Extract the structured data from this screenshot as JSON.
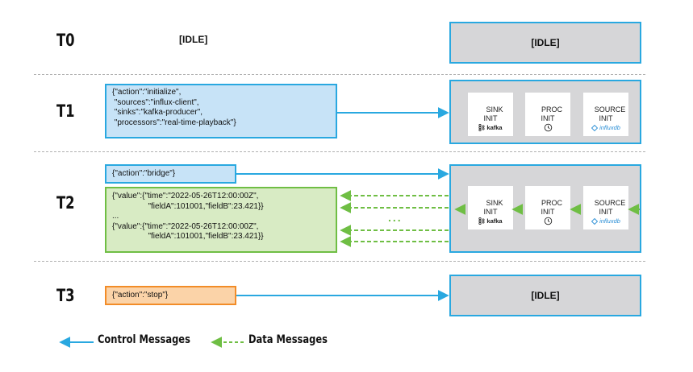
{
  "rows": [
    {
      "time": "T0"
    },
    {
      "time": "T1"
    },
    {
      "time": "T2"
    },
    {
      "time": "T3"
    }
  ],
  "t0": {
    "left_idle": "[IDLE]",
    "state_idle": "[IDLE]"
  },
  "t1": {
    "message": "{\"action\":\"initialize\",\n \"sources\":\"influx-client\",\n \"sinks\":\"kafka-producer\",\n \"processors\":\"real-time-playback\"}"
  },
  "t2": {
    "bridge_message": "{\"action\":\"bridge\"}",
    "data_message": "{\"value\":{\"time\":\"2022-05-26T12:00:00Z\",\n                \"fieldA\":101001,\"fieldB\":23.421}}\n...\n{\"value\":{\"time\":\"2022-05-26T12:00:00Z\",\n                \"fieldA\":101001,\"fieldB\":23.421}}",
    "ellipsis": "..."
  },
  "t3": {
    "message": "{\"action\":\"stop\"}",
    "state_idle": "[IDLE]"
  },
  "cards": {
    "sink": {
      "label": "SINK\nINIT",
      "icon": "kafka-icon",
      "icon_text": "kafka"
    },
    "proc": {
      "label": "PROC\nINIT",
      "icon": "clock-icon"
    },
    "source": {
      "label": "SOURCE\nINIT",
      "icon": "influxdb-icon",
      "icon_text": "influxdb"
    }
  },
  "legend": {
    "control": "Control Messages",
    "data": "Data Messages"
  },
  "colors": {
    "control": "#29a8e0",
    "data": "#6fbe44",
    "state_fill": "#d6d6d8",
    "message_blue": "#c7e3f7",
    "message_green": "#d8ebc4",
    "message_orange": "#fbd3a8"
  }
}
